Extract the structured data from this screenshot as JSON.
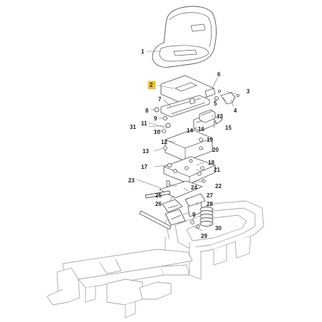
{
  "diagram": {
    "highlight_color": "#f4c430",
    "labels": {
      "p1": "1",
      "p2": "2",
      "p3": "3",
      "p4": "4",
      "p5": "5",
      "p6": "6",
      "p7": "7",
      "p8": "8",
      "p9": "9",
      "p9b": "9",
      "p10": "10",
      "p11": "11",
      "p12": "12",
      "p13": "13",
      "p13b": "13",
      "p14": "14",
      "p15": "15",
      "p16": "16",
      "p17": "17",
      "p18": "18",
      "p19": "19",
      "p20": "20",
      "p21": "21",
      "p22": "22",
      "p23": "23",
      "p24": "24",
      "p25": "25",
      "p26": "26",
      "p27": "27",
      "p28": "28",
      "p29": "29",
      "p30": "30",
      "p31": "31"
    }
  }
}
